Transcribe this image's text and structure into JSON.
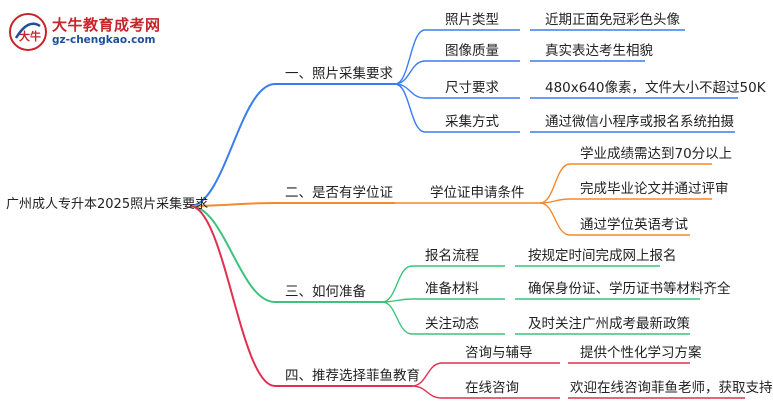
{
  "logo": {
    "name": "大牛教育成考网",
    "url": "gz-chengkao.com",
    "mark_text": "大牛"
  },
  "colors": {
    "blue": "#3a7df2",
    "orange": "#f28a2e",
    "green": "#3cc47c",
    "red": "#e0304f"
  },
  "root": "广州成人专升本2025照片采集要求",
  "branches": [
    {
      "label": "一、照片采集要求",
      "children": [
        {
          "label": "照片类型",
          "detail": "近期正面免冠彩色头像"
        },
        {
          "label": "图像质量",
          "detail": "真实表达考生相貌"
        },
        {
          "label": "尺寸要求",
          "detail": "480x640像素，文件大小不超过50K"
        },
        {
          "label": "采集方式",
          "detail": "通过微信小程序或报名系统拍摄"
        }
      ]
    },
    {
      "label": "二、是否有学位证",
      "middle": "学位证申请条件",
      "children": [
        {
          "label": "学业成绩需达到70分以上"
        },
        {
          "label": "完成毕业论文并通过评审"
        },
        {
          "label": "通过学位英语考试"
        }
      ]
    },
    {
      "label": "三、如何准备",
      "children": [
        {
          "label": "报名流程",
          "detail": "按规定时间完成网上报名"
        },
        {
          "label": "准备材料",
          "detail": "确保身份证、学历证书等材料齐全"
        },
        {
          "label": "关注动态",
          "detail": "及时关注广州成考最新政策"
        }
      ]
    },
    {
      "label": "四、推荐选择菲鱼教育",
      "children": [
        {
          "label": "咨询与辅导",
          "detail": "提供个性化学习方案"
        },
        {
          "label": "在线咨询",
          "detail": "欢迎在线咨询菲鱼老师，获取支持"
        }
      ]
    }
  ]
}
